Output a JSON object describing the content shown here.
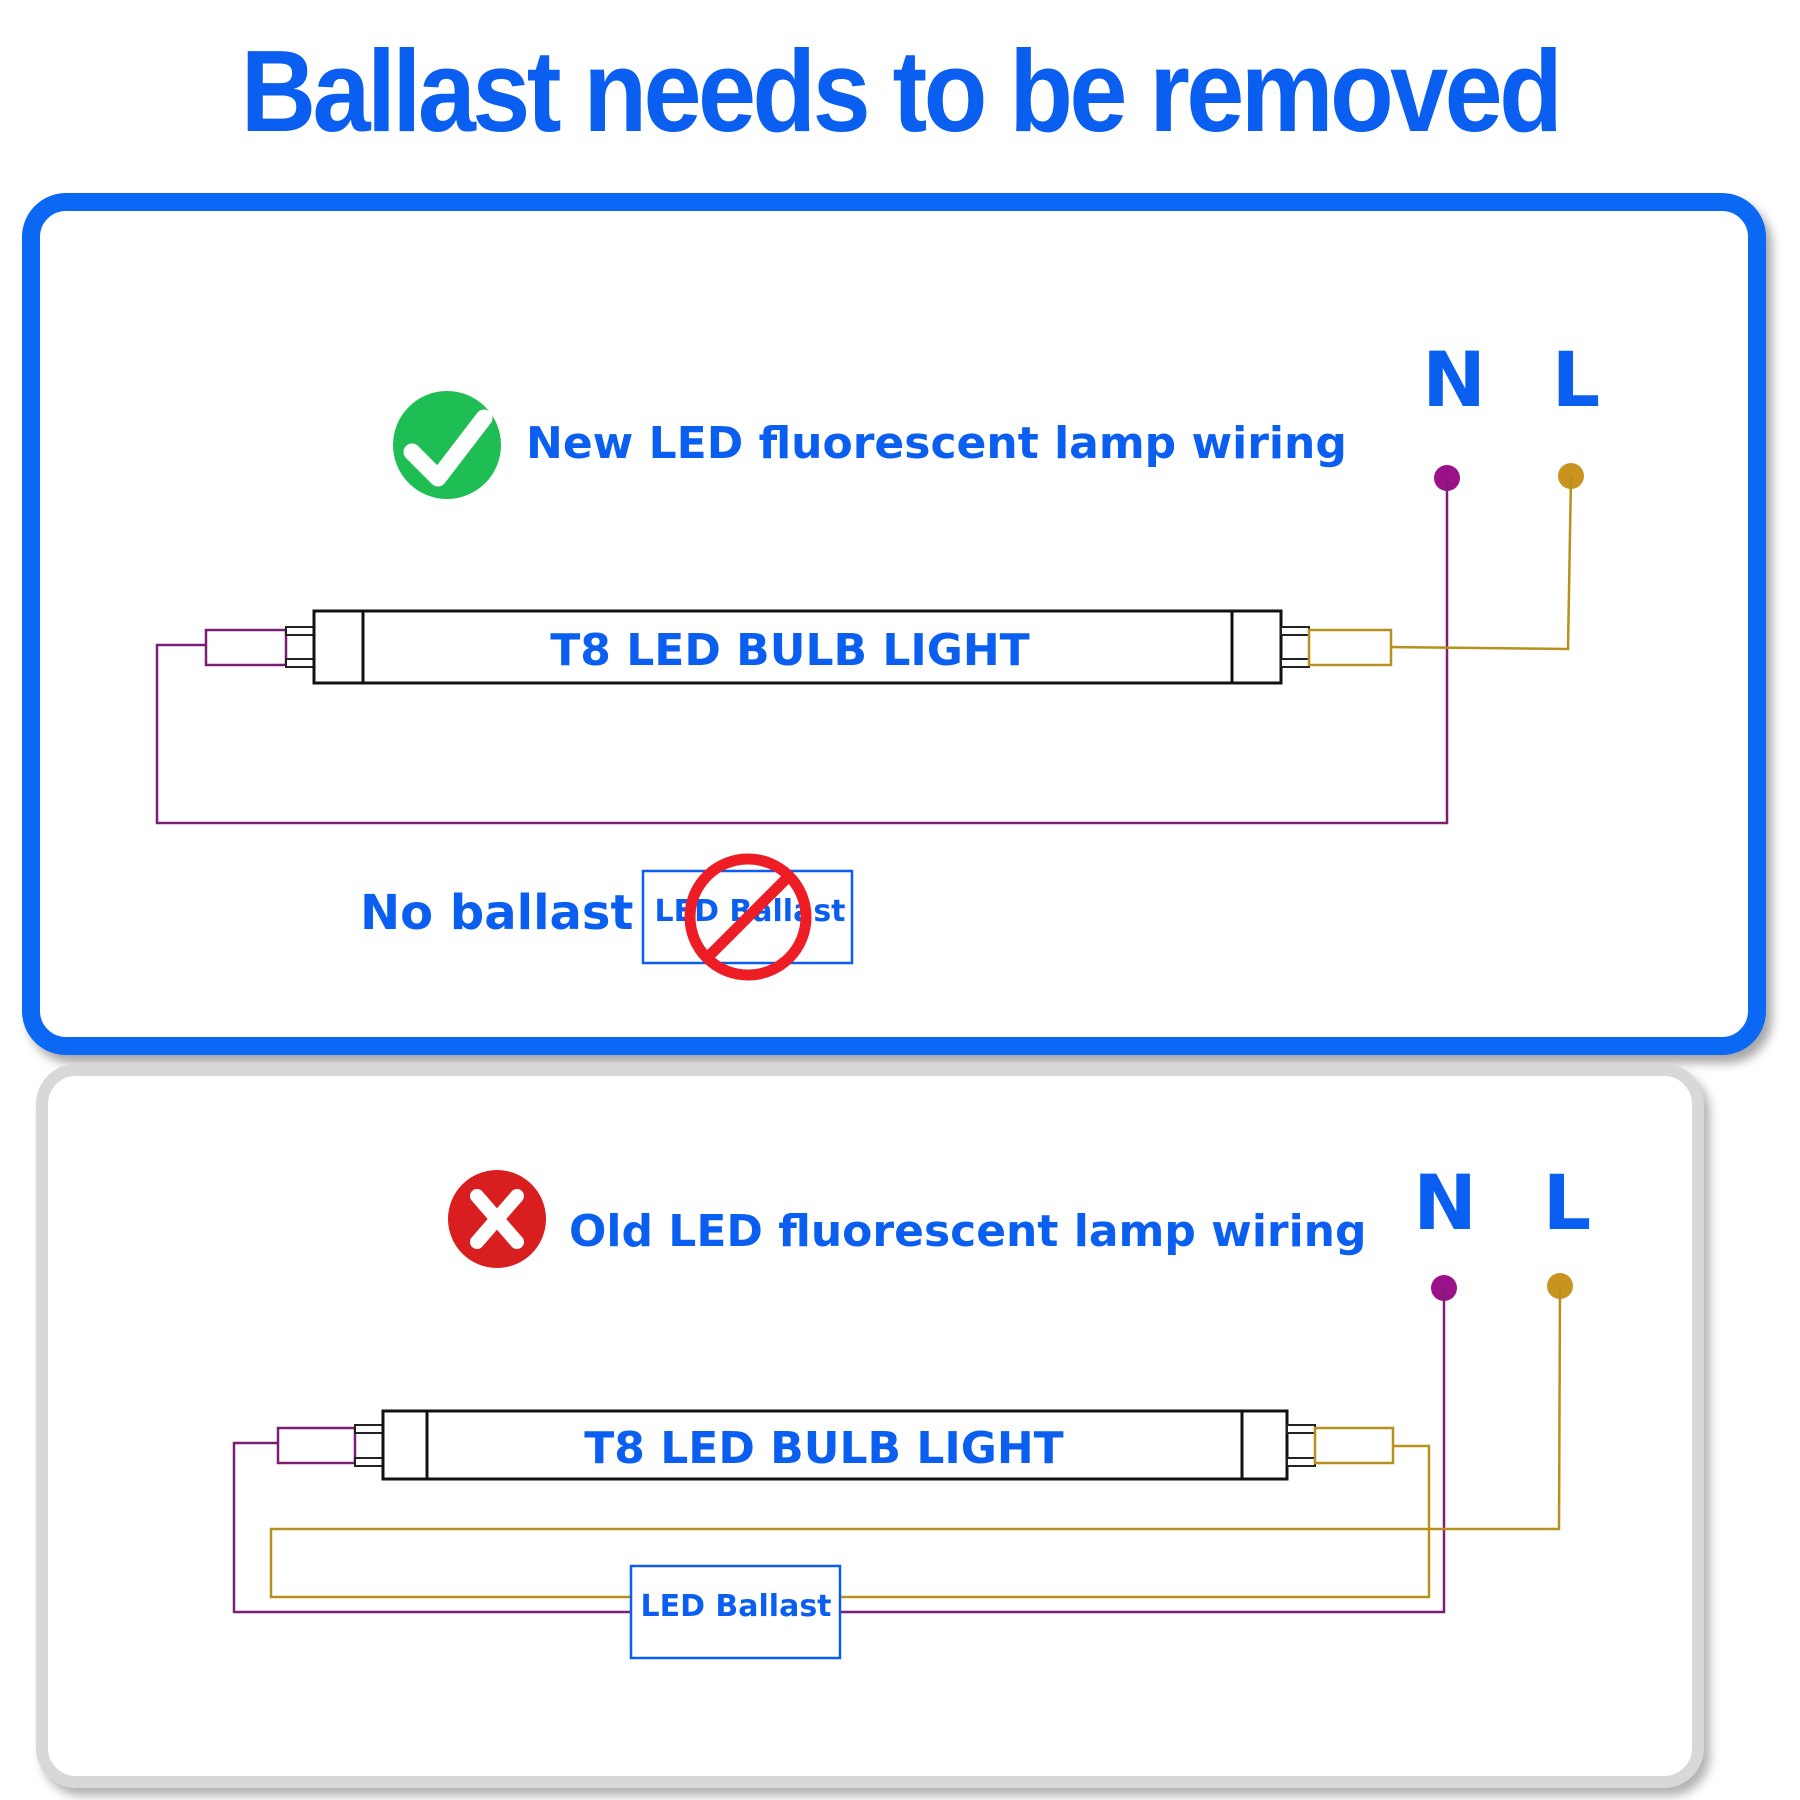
{
  "title": "Ballast needs to be removed",
  "colors": {
    "accent_blue": "#0a5ef0",
    "neutral_wire": "#7a1f73",
    "live_wire": "#b8901d",
    "neutral_terminal": "#9b1189",
    "live_terminal": "#c8941f",
    "check_green": "#1fbe55",
    "cross_red": "#d81e1e",
    "no_sign_red": "#ee1c24"
  },
  "new_wiring": {
    "status_icon": "check-circle-icon",
    "heading": "New LED fluorescent lamp wiring",
    "terminal_n": "N",
    "terminal_l": "L",
    "bulb_label": "T8 LED BULB LIGHT",
    "no_ballast_label": "No ballast",
    "ballast_box_label": "LED Ballast",
    "prohibited_icon": "no-sign-icon"
  },
  "old_wiring": {
    "status_icon": "cross-circle-icon",
    "heading": "Old LED fluorescent lamp wiring",
    "terminal_n": "N",
    "terminal_l": "L",
    "bulb_label": "T8 LED BULB LIGHT",
    "ballast_box_label": "LED Ballast"
  }
}
